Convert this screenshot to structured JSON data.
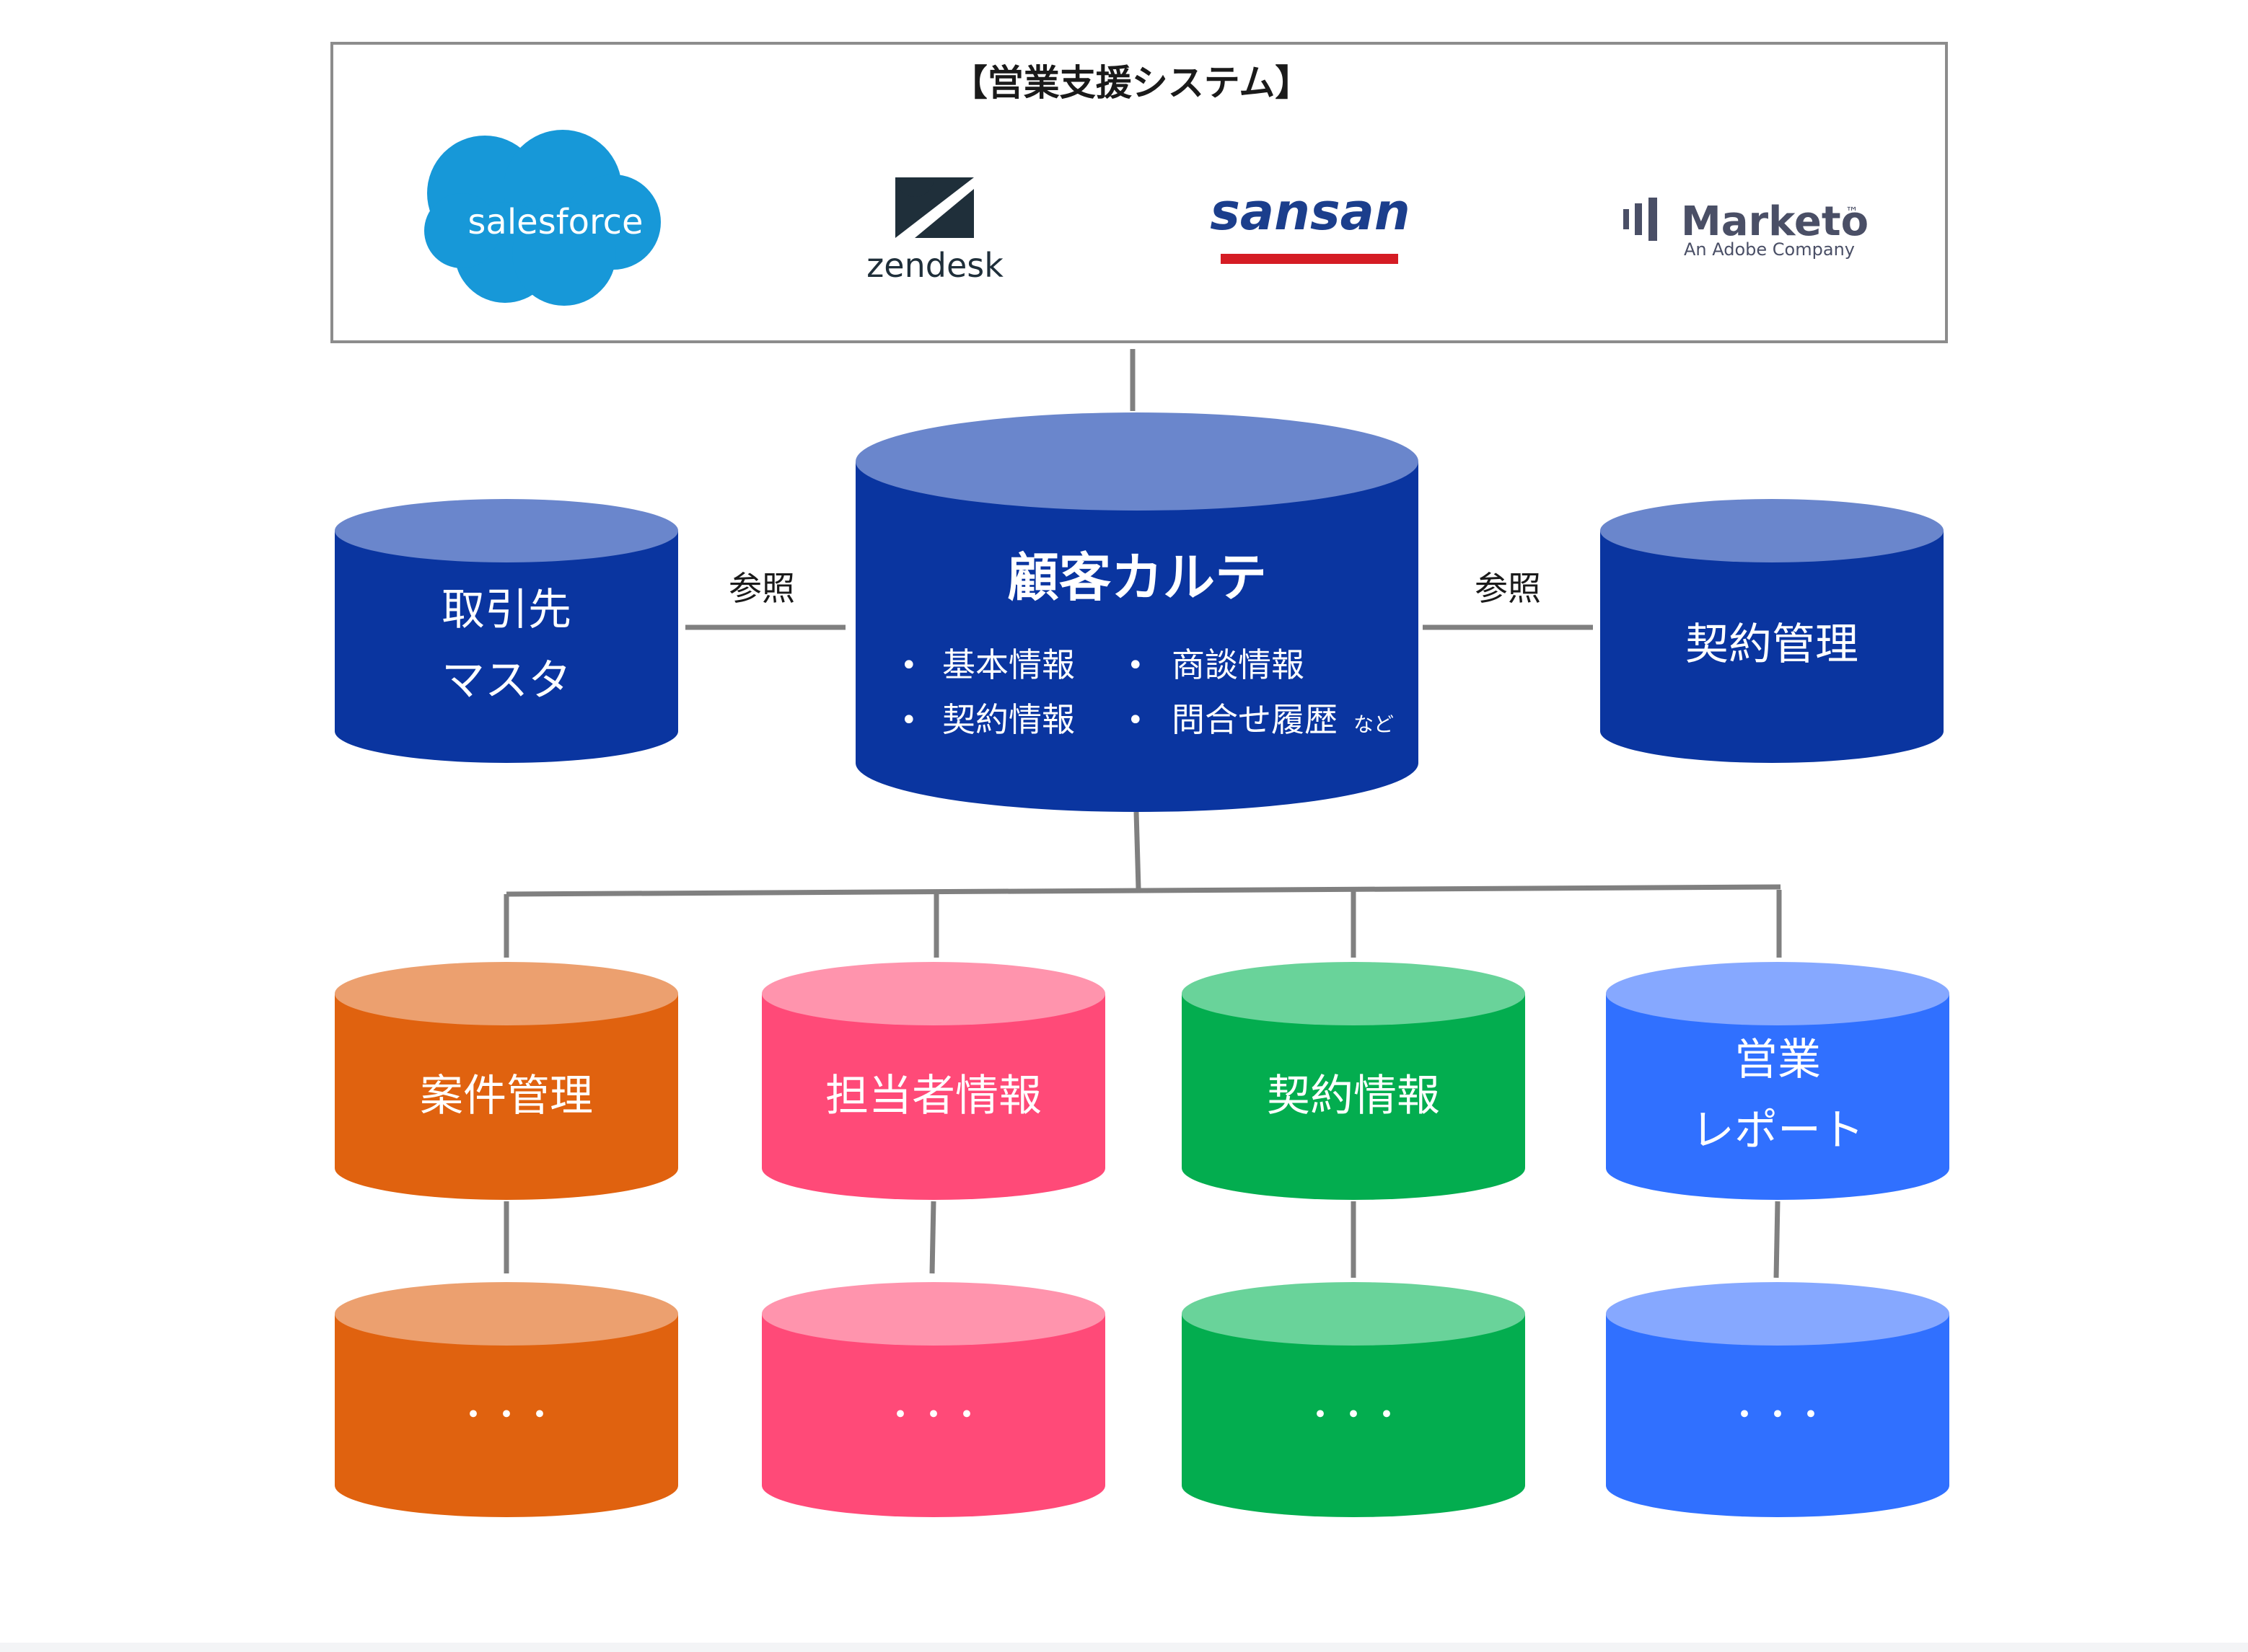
{
  "system": {
    "title": "【営業支援システム】",
    "logos": {
      "salesforce": "salesforce",
      "zendesk": "zendesk",
      "sansan": "sansan",
      "marketo": "Marketo",
      "marketo_tm": "™",
      "marketo_sub": "An Adobe Company"
    }
  },
  "center": {
    "title": "顧客カルテ",
    "items": [
      "基本情報",
      "商談情報",
      "契約情報",
      "問合せ履歴"
    ],
    "suffix": "など"
  },
  "left": {
    "line1": "取引先",
    "line2": "マスタ",
    "ref": "参照"
  },
  "right": {
    "label": "契約管理",
    "ref": "参照"
  },
  "children": [
    {
      "line1": "案件管理",
      "line2": "",
      "more": "・・・"
    },
    {
      "line1": "担当者情報",
      "line2": "",
      "more": "・・・"
    },
    {
      "line1": "契約情報",
      "line2": "",
      "more": "・・・"
    },
    {
      "line1": "営業",
      "line2": "レポート",
      "more": "・・・"
    }
  ],
  "colors": {
    "navy_top": "#6a86cc",
    "navy_body": "#0a35a0",
    "orange_top": "#eca06f",
    "orange_body": "#e0620f",
    "pink_top": "#ff94ad",
    "pink_body": "#ff4a78",
    "green_top": "#69d39a",
    "green_body": "#03ad4f",
    "blue_top": "#86a8ff",
    "blue_body": "#3070ff",
    "connector": "#808080",
    "salesforce": "#1798d8",
    "sansan_text": "#1b3e8c",
    "sansan_bar": "#d51c24",
    "marketo": "#4a4f66"
  }
}
